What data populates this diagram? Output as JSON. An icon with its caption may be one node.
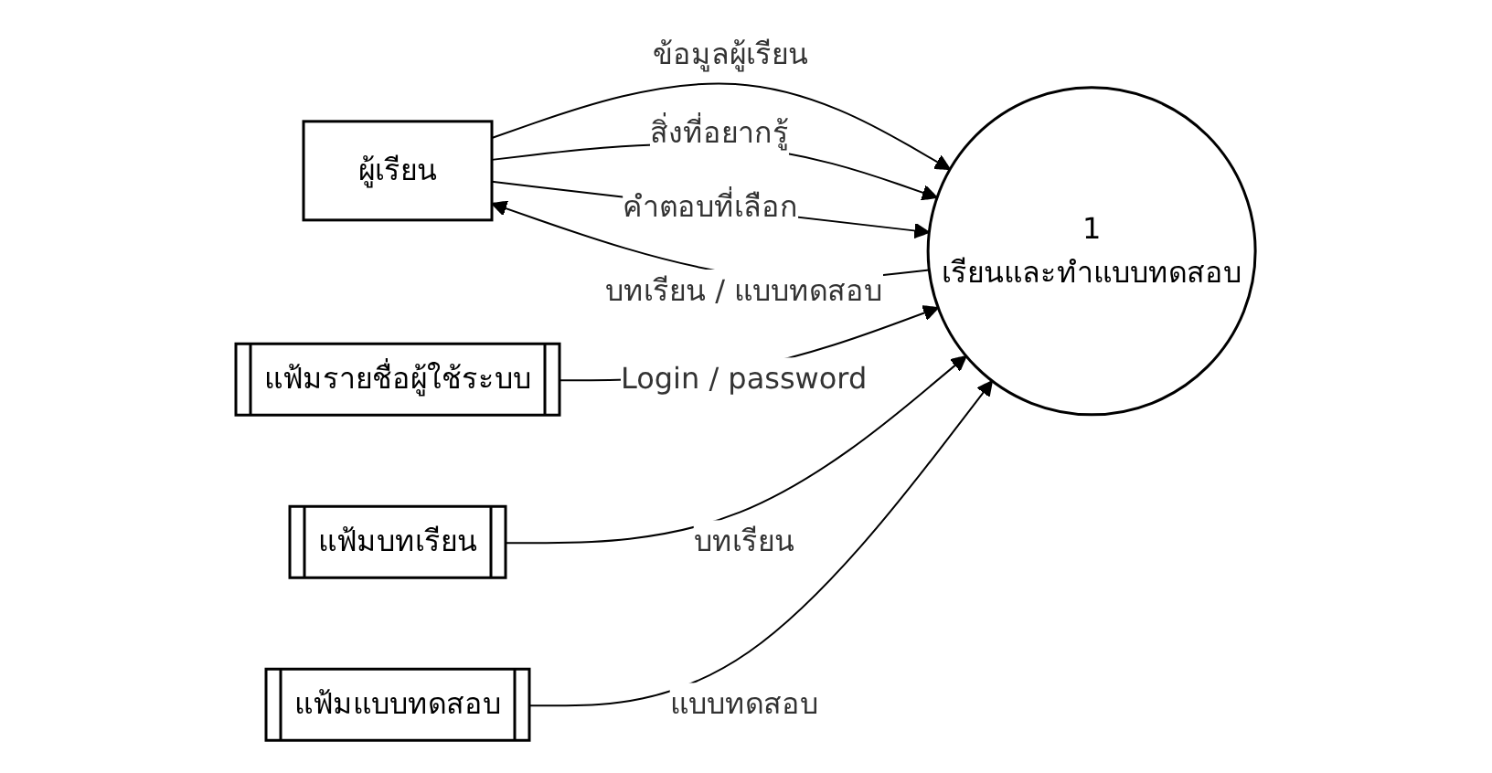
{
  "diagram": {
    "nodes": [
      {
        "text": [
          "ผู้เรียน"
        ]
      },
      {
        "text": [
          "1",
          "เรียนและทำแบบทดสอบ"
        ]
      },
      {
        "text": [
          "แฟ้มรายชื่อผู้ใช้ระบบ"
        ]
      },
      {
        "text": [
          "แฟ้มบทเรียน"
        ]
      },
      {
        "text": [
          "แฟ้มแบบทดสอบ"
        ]
      }
    ],
    "edges": [
      {
        "from": 0,
        "to": 1,
        "arrow": "to",
        "label": "ข้อมูลผู้เรียน"
      },
      {
        "from": 0,
        "to": 1,
        "arrow": "to",
        "label": "สิ่งที่อยากรู้"
      },
      {
        "from": 0,
        "to": 1,
        "arrow": "to",
        "label": "คำตอบที่เลือก"
      },
      {
        "from": 1,
        "to": 0,
        "arrow": "to",
        "label": "บทเรียน / แบบทดสอบ"
      },
      {
        "from": 2,
        "to": 1,
        "arrow": "to",
        "label": "Login / password"
      },
      {
        "from": 3,
        "to": 1,
        "arrow": "to",
        "label": "บทเรียน"
      },
      {
        "from": 4,
        "to": 1,
        "arrow": "to",
        "label": "แบบทดสอบ"
      }
    ]
  }
}
